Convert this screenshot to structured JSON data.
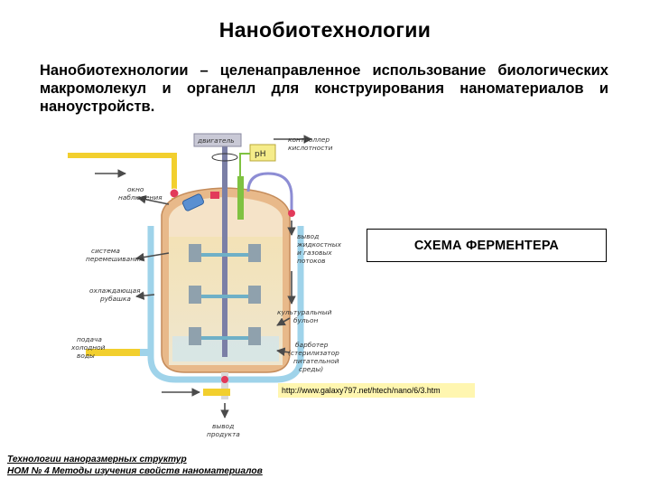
{
  "title": "Нанобиотехнологии",
  "definition": "Нанобиотехнологии – целенаправленное использование биологических макромолекул и органелл для конструирования наноматериалов и наноустройств.",
  "figure": {
    "labels": {
      "motor": "двигатель",
      "ph": "pH",
      "ph_controller_1": "контроллер",
      "ph_controller_2": "кислотности",
      "window_1": "окно",
      "window_2": "наблюдения",
      "stir_1": "система",
      "stir_2": "перемешивания",
      "jacket_1": "охлаждающая",
      "jacket_2": "рубашка",
      "water_1": "подача",
      "water_2": "холодной",
      "water_3": "воды",
      "liquid_1": "вывод",
      "liquid_2": "жидкостных",
      "liquid_3": "и газовых",
      "liquid_4": "потоков",
      "broth_1": "культуральный",
      "broth_2": "бульон",
      "sparger_1": "барботер",
      "sparger_2": "(стерилизатор",
      "sparger_3": "питательной",
      "sparger_4": "среды)",
      "product_1": "вывод",
      "product_2": "продукта"
    }
  },
  "caption": "СХЕМА ФЕРМЕНТЕРА",
  "url": "http://www.galaxy797.net/htech/nano/6/3.htm",
  "footer": {
    "line1": "Технологии наноразмерных структур",
    "line2": "НОМ № 4 Методы изучения свойств наноматериалов"
  },
  "colors": {
    "tank_outer": "#e8b98a",
    "tank_inner": "#f5e3c8",
    "jacket": "#9fd3ea",
    "cold_water_pipe": "#f2cf2e",
    "arrow": "#4b4b4b",
    "impeller": "#8fa1ad",
    "ph_probe": "#7fc241"
  }
}
